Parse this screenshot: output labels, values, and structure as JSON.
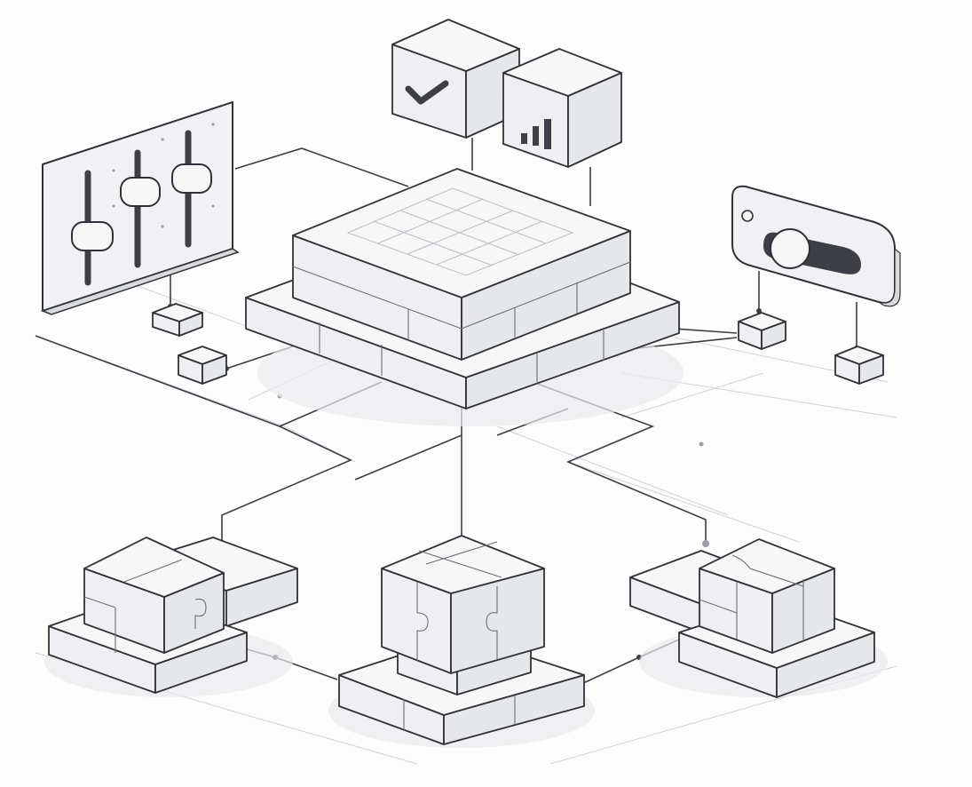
{
  "diagram": {
    "type": "isometric-architecture",
    "nodes": [
      {
        "id": "central-grid-platform"
      },
      {
        "id": "checkmark-block",
        "icon": "checkmark-icon"
      },
      {
        "id": "signal-bars-block",
        "icon": "bar-chart-icon"
      },
      {
        "id": "sliders-panel",
        "icon": "sliders-icon"
      },
      {
        "id": "toggle-switch-panel",
        "icon": "toggle-icon"
      },
      {
        "id": "left-puzzle-module",
        "icon": "puzzle-icon"
      },
      {
        "id": "center-puzzle-module",
        "icon": "puzzle-icon"
      },
      {
        "id": "right-puzzle-module",
        "icon": "puzzle-icon"
      }
    ],
    "connections": [
      {
        "from": "central-grid-platform",
        "to": "left-puzzle-module"
      },
      {
        "from": "central-grid-platform",
        "to": "center-puzzle-module"
      },
      {
        "from": "central-grid-platform",
        "to": "right-puzzle-module"
      },
      {
        "from": "central-grid-platform",
        "to": "checkmark-block"
      },
      {
        "from": "central-grid-platform",
        "to": "signal-bars-block"
      },
      {
        "from": "sliders-panel",
        "to": "central-grid-platform"
      },
      {
        "from": "toggle-switch-panel",
        "to": "central-grid-platform"
      },
      {
        "from": "left-puzzle-module",
        "to": "center-puzzle-module"
      },
      {
        "from": "center-puzzle-module",
        "to": "right-puzzle-module"
      }
    ],
    "colors": {
      "outline": "#2f3238",
      "fill": "#f7f7f8",
      "accent": "#4a4d55"
    }
  }
}
